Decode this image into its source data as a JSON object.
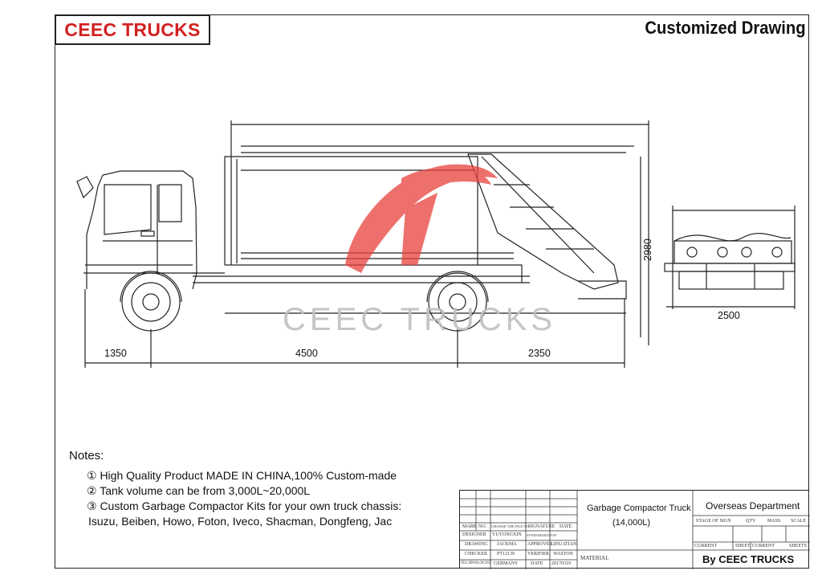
{
  "brand_box": "CEEC TRUCKS",
  "heading": "Customized Drawing",
  "watermark_text": "CEEC TRUCKS",
  "watermark_color": "#e8413c",
  "dimensions": {
    "front_overhang": "1350",
    "wheelbase": "4500",
    "rear_overhang": "2350",
    "height": "2980",
    "width": "2500"
  },
  "notes": {
    "title": "Notes:",
    "lines": [
      "① High Quality Product MADE IN CHINA,100% Custom-made",
      "② Tank volume can be from 3,000L~20,000L",
      "③ Custom Garbage Compactor Kits for your own truck chassis:",
      "Isuzu, Beiben, Howo, Foton, Iveco, Shacman, Dongfeng, Jac"
    ]
  },
  "title_block": {
    "product_line1": "Garbage Compactor Truck",
    "product_line2": "(14,000L)",
    "department": "Overseas Department",
    "by": "By CEEC TRUCKS",
    "material": "MATERIAL",
    "header_cells": [
      "MARK",
      "NO.",
      "CHANGE THE FILE NO.",
      "SIGNATURE",
      "DATE"
    ],
    "designer_label": "DESIGNER",
    "designer": "YUYONGXIN",
    "standardization_label": "STANDARDIZATION",
    "drawing_label": "DRAWING",
    "drawing": "JACKMA",
    "approver_label": "APPROVER",
    "approver": "LIHUATIAN",
    "checker_label": "CHECKER",
    "checker": "PT12139",
    "verifier_label": "VERIFIER",
    "verifier": "WASTON",
    "technologist_label": "TECHNOLOGIST",
    "technologist": "GERMANY",
    "date_label": "DATE",
    "date": "20170319",
    "stage_of_sign": "STAGE OF SIGN",
    "qty": "QTY",
    "mass": "MASS",
    "scale": "SCALE",
    "current_sheet": "CURRENT",
    "sheet": "SHEET",
    "current_sheets": "CURRENT",
    "sheets": "SHEETS"
  }
}
